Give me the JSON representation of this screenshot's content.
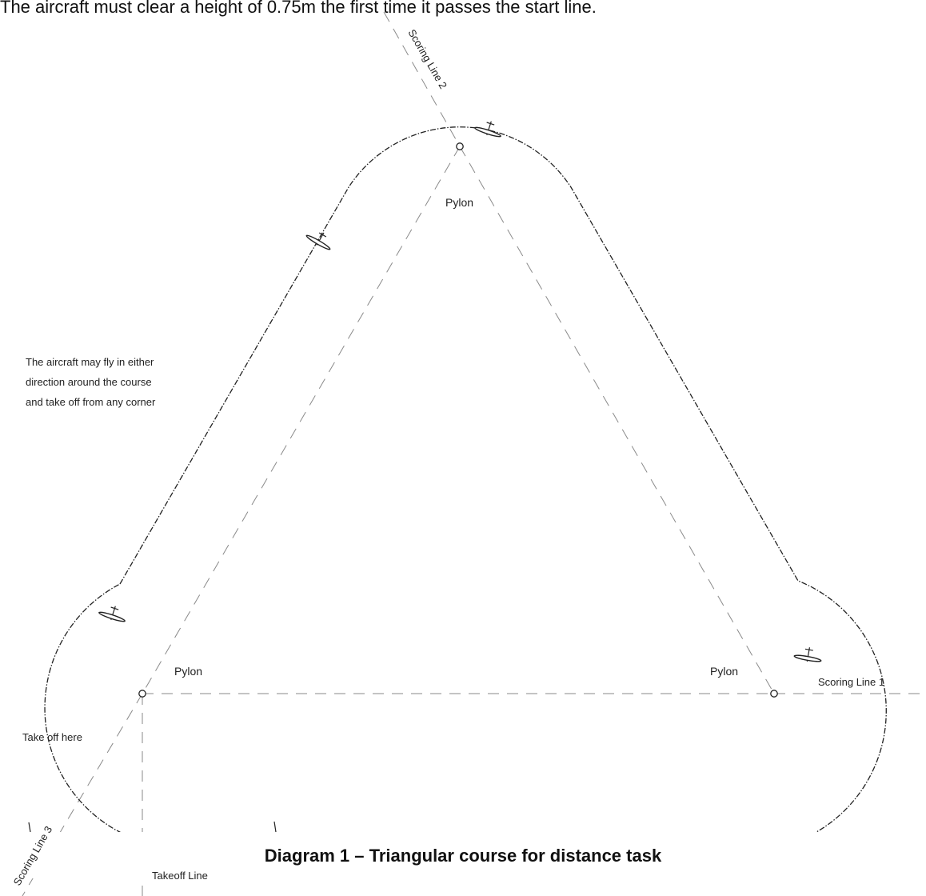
{
  "intro_text": "The aircraft must clear a height of 0.75m the first time it passes the start line.",
  "caption": "Diagram 1 – Triangular course for distance task",
  "note_lines": [
    "The aircraft may fly in either",
    "direction around the course",
    "and take off from any corner"
  ],
  "labels": {
    "pylon": "Pylon",
    "scoring_line_1": "Scoring Line 1",
    "scoring_line_2": "Scoring Line 2",
    "scoring_line_3": "Scoring Line 3",
    "takeoff_line": "Takeoff Line",
    "take_off_here": "Take off here"
  },
  "icons": {
    "pylon_marker": "pylon-icon",
    "aircraft_marker": "aircraft-icon"
  }
}
